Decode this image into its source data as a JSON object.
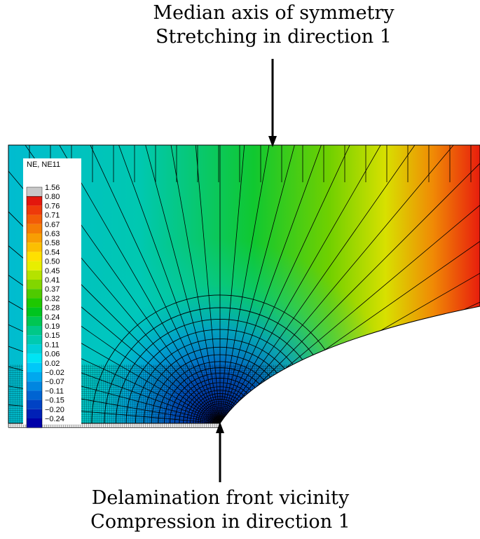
{
  "captions": {
    "top_line1": "Median axis of symmetry",
    "top_line2": "Stretching in direction 1",
    "bottom_line1": "Delamination front vicinity",
    "bottom_line2": "Compression in direction 1"
  },
  "legend": {
    "title": "NE, NE11",
    "entries": [
      {
        "label": "1.56",
        "color": "#c8c8c8"
      },
      {
        "label": "0.80",
        "color": "#e3170d"
      },
      {
        "label": "0.76",
        "color": "#ee3a0a"
      },
      {
        "label": "0.71",
        "color": "#f25c07"
      },
      {
        "label": "0.67",
        "color": "#f57d05"
      },
      {
        "label": "0.63",
        "color": "#f89e03"
      },
      {
        "label": "0.58",
        "color": "#fbbf02"
      },
      {
        "label": "0.54",
        "color": "#ffe000"
      },
      {
        "label": "0.50",
        "color": "#e8ee00"
      },
      {
        "label": "0.45",
        "color": "#b5e200"
      },
      {
        "label": "0.41",
        "color": "#82d600"
      },
      {
        "label": "0.37",
        "color": "#4fca00"
      },
      {
        "label": "0.32",
        "color": "#1ec800"
      },
      {
        "label": "0.28",
        "color": "#00c41e"
      },
      {
        "label": "0.24",
        "color": "#00c653"
      },
      {
        "label": "0.19",
        "color": "#00c888"
      },
      {
        "label": "0.15",
        "color": "#00cab0"
      },
      {
        "label": "0.11",
        "color": "#00d0d8"
      },
      {
        "label": "0.06",
        "color": "#00e4f4"
      },
      {
        "label": "0.02",
        "color": "#00c8f8"
      },
      {
        "label": "−0.02",
        "color": "#00a8ee"
      },
      {
        "label": "−0.07",
        "color": "#0086e0"
      },
      {
        "label": "−0.11",
        "color": "#0064d2"
      },
      {
        "label": "−0.15",
        "color": "#0042c4"
      },
      {
        "label": "−0.20",
        "color": "#0020b6"
      },
      {
        "label": "−0.24",
        "color": "#0000a8"
      }
    ]
  },
  "colors": {
    "mesh_line": "#000000",
    "arrow": "#000000"
  }
}
